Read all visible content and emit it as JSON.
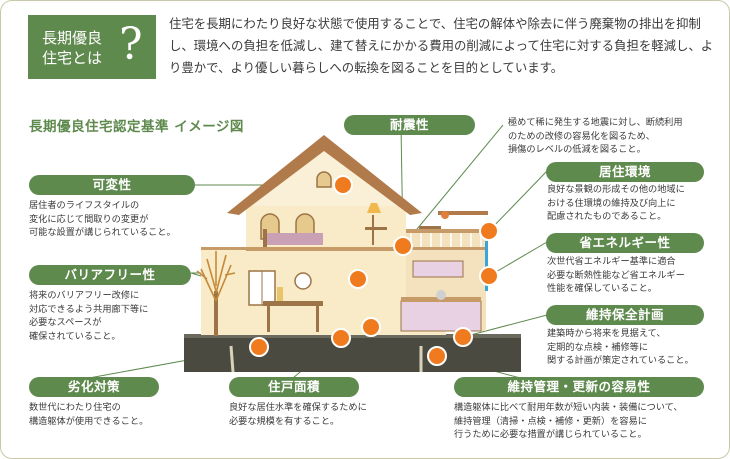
{
  "header": {
    "question_title": "長期優良\n住宅とは",
    "question_mark": "?",
    "intro": "住宅を長期にわたり良好な状態で使用することで、住宅の解体や除去に伴う廃棄物の排出を抑制し、環境への負担を低減し、建て替えにかかる費用の削減によって住宅に対する負担を軽減し、より豊かで、より優しい暮らしへの転換を図ることを目的としています。"
  },
  "diagram_title": "長期優良住宅認定基準 イメージ図",
  "colors": {
    "accent_green": "#5f8a4e",
    "callout_orange": "#f07b1e"
  },
  "labels": {
    "taishin": {
      "title": "耐震性",
      "desc": "極めて稀に発生する地震に対し、断続利用\nのための改修の容易化を図るため、\n損傷のレベルの低減を図ること。"
    },
    "kyoju": {
      "title": "居住環境",
      "desc": "良好な景観の形成その他の地域に\nおける住環境の維持及び向上に\n配慮されたものであること。"
    },
    "energy": {
      "title": "省エネルギー性",
      "desc": "次世代省エネルギー基準に適合\n必要な断熱性能など省エネルギー\n性能を確保していること。"
    },
    "ijikeikaku": {
      "title": "維持保全計画",
      "desc": "建築時から将来を見据えて、\n定期的な点検・補修等に\n関する計画が策定されていること。"
    },
    "ijikanri": {
      "title": "維持管理・更新の容易性",
      "desc": "構造躯体に比べて耐用年数が短い内装・装備について、\n維持管理（清掃・点検・補修・更新）を容易に\n行うために必要な措置が講じられていること。"
    },
    "kahen": {
      "title": "可変性",
      "desc": "居住者のライフスタイルの\n変化に応じて間取りの変更が\n可能な設置が講じられていること。"
    },
    "barrier": {
      "title": "バリアフリー性",
      "desc": "将来のバリアフリー改修に\n対応できるよう共用廊下等に\n必要なスペースが\n確保されていること。"
    },
    "rekka": {
      "title": "劣化対策",
      "desc": "数世代にわたり住宅の\n構造躯体が使用できること。"
    },
    "menseki": {
      "title": "住戸面積",
      "desc": "良好な居住水準を確保するために\n必要な規模を有すること。"
    }
  }
}
